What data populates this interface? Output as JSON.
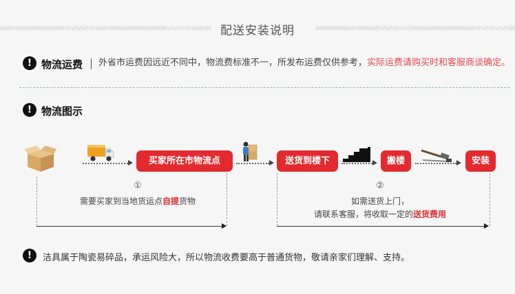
{
  "header": {
    "title": "配送安装说明"
  },
  "fee": {
    "title": "物流运费",
    "text_before": "外省市运费因远近不同中，物流费标准不一，所发布运费仅供参考，",
    "text_highlight": "实际运费请购买时和客服商谈确定。"
  },
  "diagram": {
    "title": "物流图示",
    "steps": [
      "买家所在市物流点",
      "送货到楼下",
      "搬楼",
      "安装"
    ],
    "step1": {
      "number": "①",
      "note_before": "需要买家到当地货运点",
      "note_bold": "自提",
      "note_after": "货物"
    },
    "step2": {
      "number": "②",
      "line1": "如需送货上门，",
      "line2_before": "请联系客服，将收取一定的",
      "line2_bold": "送货费用"
    }
  },
  "footer": {
    "text": "洁具属于陶瓷易碎品，承运风险大，所以物流收费要高于普通货物，敬请亲家们理解、支持。"
  },
  "icons": [
    "exclamation-icon",
    "box-icon",
    "truck-icon",
    "porter-icon",
    "stairs-icon",
    "tools-icon"
  ],
  "colors": {
    "accent": "#e32a2f",
    "highlight": "#e5484d",
    "dash": "#93a9d8"
  }
}
